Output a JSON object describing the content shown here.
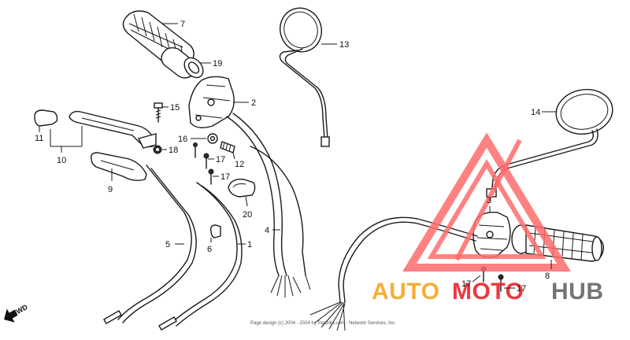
{
  "parts": [
    {
      "id": "7",
      "name": "grip-left"
    },
    {
      "id": "19",
      "name": "throttle-collar"
    },
    {
      "id": "2",
      "name": "switch-housing-left"
    },
    {
      "id": "15",
      "name": "pivot-bolt"
    },
    {
      "id": "11",
      "name": "lever-cover"
    },
    {
      "id": "10",
      "name": "lever-assembly"
    },
    {
      "id": "16",
      "name": "adjuster-nut"
    },
    {
      "id": "18",
      "name": "lock-nut"
    },
    {
      "id": "12",
      "name": "cable-adjuster"
    },
    {
      "id": "17",
      "name": "screw"
    },
    {
      "id": "9",
      "name": "lever-guard"
    },
    {
      "id": "20",
      "name": "cable-clamp"
    },
    {
      "id": "13",
      "name": "mirror-left"
    },
    {
      "id": "14",
      "name": "mirror-right"
    },
    {
      "id": "3",
      "name": "switch-housing-right"
    },
    {
      "id": "4",
      "name": "wire-harness-left"
    },
    {
      "id": "5",
      "name": "cable-throttle-a"
    },
    {
      "id": "6",
      "name": "cable-clip"
    },
    {
      "id": "1",
      "name": "cable-throttle-b"
    },
    {
      "id": "8",
      "name": "grip-right"
    }
  ],
  "copyright": "Page design (c) 2004 - 2024 by Partzilla.com - Network Services, Inc.",
  "fwd_label": "FWD",
  "watermark": {
    "part1": "AUTO",
    "part2": "MOTO",
    "part3": "HUB"
  },
  "colors": {
    "watermark_red": "#e8242b",
    "watermark_orange": "#f5a623",
    "watermark_gray": "#666666",
    "triangle": "#ff6b6b"
  }
}
